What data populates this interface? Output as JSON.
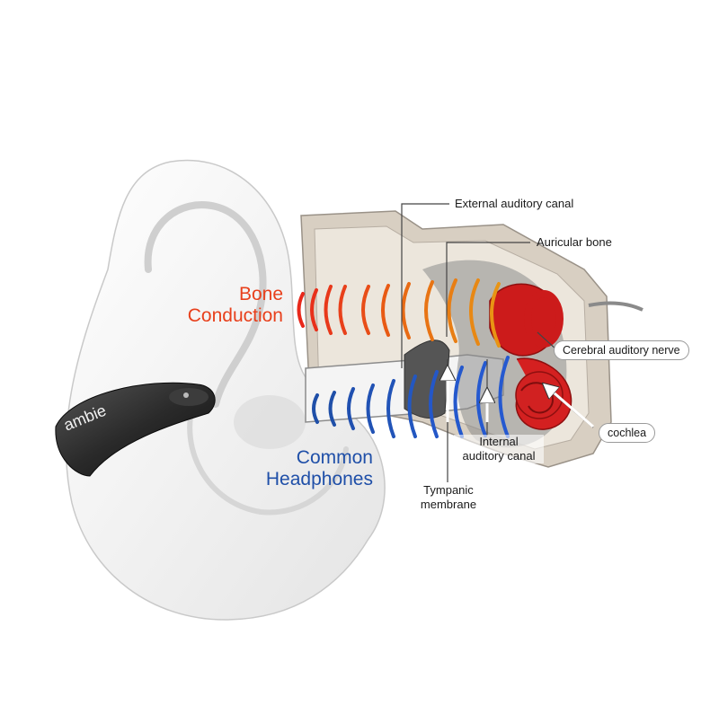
{
  "headline_labels": {
    "bone_conduction_line1": "Bone",
    "bone_conduction_line2": "Conduction",
    "common_headphones_line1": "Common",
    "common_headphones_line2": "Headphones"
  },
  "device": {
    "brand": "ambie"
  },
  "anatomy_labels": {
    "external_auditory_canal": "External auditory canal",
    "auricular_bone": "Auricular bone",
    "cerebral_auditory_nerve": "Cerebral auditory nerve",
    "cochlea": "cochlea",
    "internal_auditory_canal_line1": "Internal",
    "internal_auditory_canal_line2": "auditory canal",
    "tympanic_membrane_line1": "Tympanic",
    "tympanic_membrane_line2": "membrane"
  },
  "colors": {
    "bone_conduction": "#e8401c",
    "common_headphones": "#1f4fa8",
    "bone_wave": "#e85a14",
    "headphone_wave": "#2457c8",
    "cochlea": "#cc1b1b"
  }
}
